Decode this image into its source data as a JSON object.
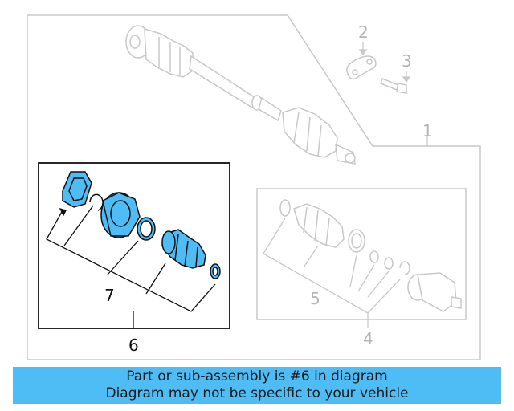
{
  "callouts": {
    "c1": "1",
    "c2": "2",
    "c3": "3",
    "c4": "4",
    "c5": "5",
    "c6": "6",
    "c7": "7"
  },
  "banner": {
    "line1": "Part or sub-assembly is #6 in diagram",
    "line2": "Diagram may not be specific to your vehicle"
  },
  "colors": {
    "highlight_part": "#4fbdf5",
    "banner_bg": "#4fbdf5",
    "ghost_outline": "#c8c8c8",
    "active_outline": "#111111"
  }
}
